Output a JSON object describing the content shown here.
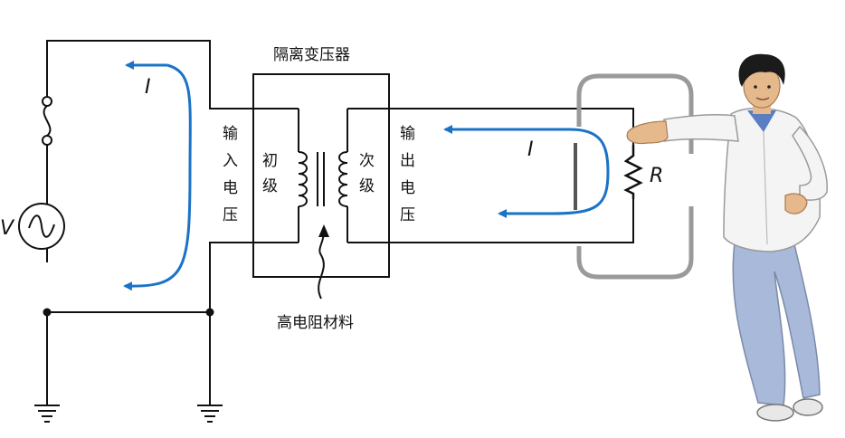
{
  "labels": {
    "transformer_title": "隔离变压器",
    "input_voltage": [
      "输",
      "入",
      "电",
      "压"
    ],
    "output_voltage": [
      "输",
      "出",
      "电",
      "压"
    ],
    "primary": [
      "初",
      "级"
    ],
    "secondary": [
      "次",
      "级"
    ],
    "high_resistance": "高电阻材料",
    "current_left": "I",
    "current_right": "I",
    "source": "V",
    "resistor": "R"
  },
  "colors": {
    "wire": "#111111",
    "current_arrow": "#1a73c7",
    "shield": "#9a9a9a",
    "shirt": "#f4f4f4",
    "jeans": "#a9b9d9",
    "skin": "#e6b98c",
    "hair": "#1b1b1b"
  },
  "icons": {
    "source": "ac-source-icon",
    "fuse": "fuse-icon",
    "ground": "ground-icon",
    "resistor": "resistor-icon"
  }
}
